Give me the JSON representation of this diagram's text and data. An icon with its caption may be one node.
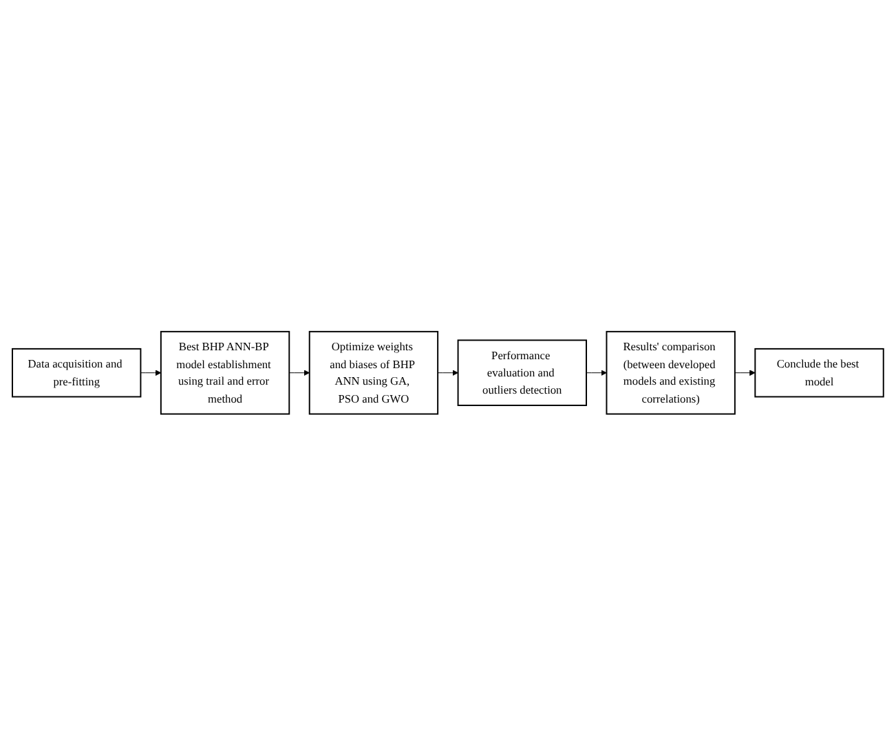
{
  "diagram": {
    "nodes": [
      {
        "text": [
          "Data acquisition and pre-fitting"
        ]
      },
      {
        "text": [
          "Best BHP ANN-BP model establishment using trail and error method"
        ]
      },
      {
        "text": [
          "Optimize weights and biases of BHP ANN using GA, PSO and GWO"
        ]
      },
      {
        "text": [
          "Performance evaluation and outliers detection"
        ]
      },
      {
        "text": [
          "Results' comparison (between developed models and existing correlations)"
        ]
      },
      {
        "text": [
          "Conclude the best model"
        ]
      }
    ],
    "edges": [
      {
        "from": 0,
        "to": 1,
        "arrow": "to"
      },
      {
        "from": 1,
        "to": 2,
        "arrow": "to"
      },
      {
        "from": 2,
        "to": 3,
        "arrow": "to"
      },
      {
        "from": 3,
        "to": 4,
        "arrow": "to"
      },
      {
        "from": 4,
        "to": 5,
        "arrow": "to"
      }
    ]
  }
}
